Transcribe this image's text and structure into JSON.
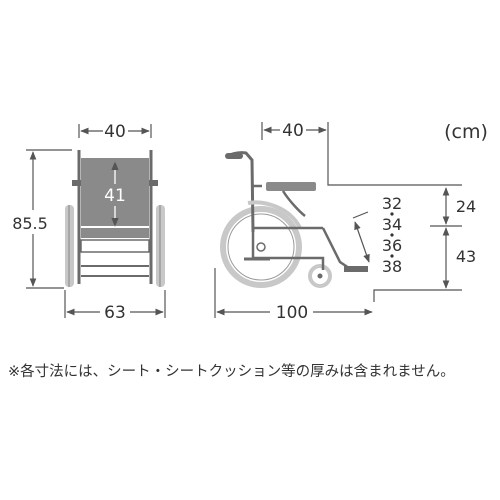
{
  "unit_label": "(cm)",
  "front_view": {
    "back_width": "40",
    "seat_width": "41",
    "total_height": "85.5",
    "total_width": "63"
  },
  "side_view": {
    "back_depth": "40",
    "total_length": "100",
    "armrest_height": "24",
    "seat_height": "43",
    "footrest_options": [
      "32",
      "34",
      "36",
      "38"
    ]
  },
  "note": "※各寸法には、シート・シートクッション等の厚みは含まれません。",
  "colors": {
    "frame": "#6b6b6b",
    "upholstery": "#8a8a8a",
    "tire": "#c8c8c8",
    "text": "#333333"
  }
}
